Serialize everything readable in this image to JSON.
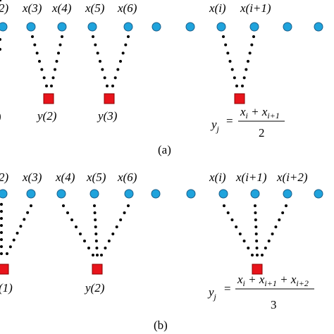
{
  "colors": {
    "node_fill": "#1fa3dc",
    "node_stroke": "#1a5e8a",
    "output_fill": "#e8141b",
    "output_stroke": "#8b0000",
    "dots": "#000000"
  },
  "panel_a": {
    "top_labels": [
      "2)",
      "x(3)",
      "x(4)",
      "x(5)",
      "x(6)",
      "x(i)",
      "x(i+1)"
    ],
    "outputs": [
      "y(2)",
      "y(3)"
    ],
    "edge_fragment": ")",
    "formula": {
      "lhs": "y",
      "lhs_sub": "j",
      "numerator": "x_i + x_{i+1}",
      "denominator": "2"
    },
    "caption": "(a)"
  },
  "panel_b": {
    "top_labels": [
      "2)",
      "x(3)",
      "x(4)",
      "x(5)",
      "x(6)",
      "x(i)",
      "x(i+1)",
      "x(i+2)"
    ],
    "outputs": [
      "(1)",
      "y(2)"
    ],
    "formula": {
      "lhs": "y",
      "lhs_sub": "j",
      "numerator": "x_i + x_{i+1} + x_{i+2}",
      "denominator": "3"
    },
    "caption": "(b)"
  }
}
